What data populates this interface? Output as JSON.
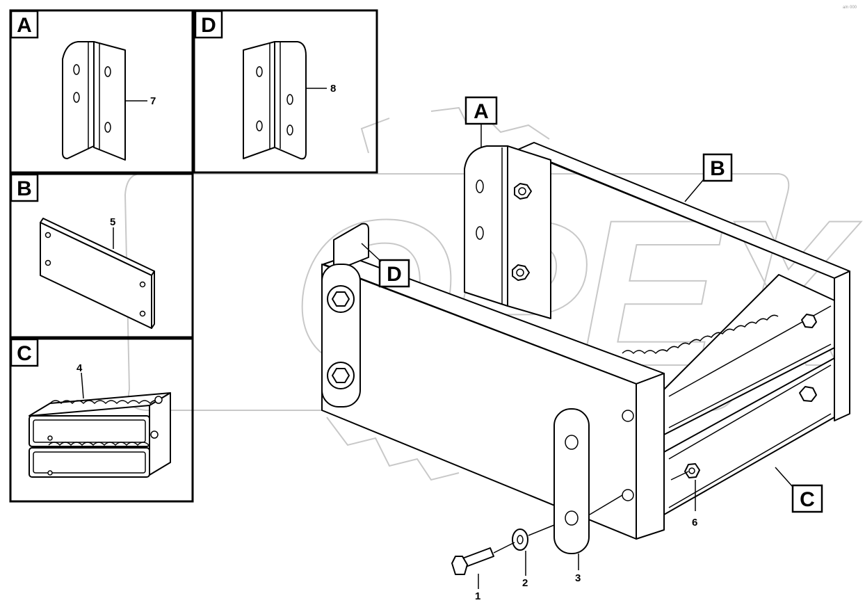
{
  "watermark": "OPEX",
  "corner_mark": "a/n 000",
  "detail_labels": {
    "A": "A",
    "B": "B",
    "C": "C",
    "D": "D"
  },
  "callouts": {
    "p1": "1",
    "p2": "2",
    "p3": "3",
    "p4": "4",
    "p5": "5",
    "p6": "6",
    "p7": "7",
    "p8": "8"
  }
}
